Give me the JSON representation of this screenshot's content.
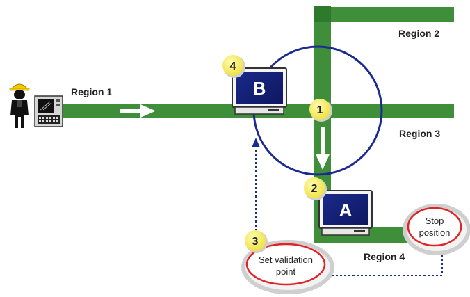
{
  "regions": {
    "r1": "Region 1",
    "r2": "Region 2",
    "r3": "Region 3",
    "r4": "Region 4"
  },
  "terminals": {
    "a": "A",
    "b": "B"
  },
  "steps": [
    "1",
    "2",
    "3",
    "4"
  ],
  "callouts": {
    "stop_line1": "Stop",
    "stop_line2": "position",
    "validation_line1": "Set validation",
    "validation_line2": "point"
  },
  "colors": {
    "road": "#3f8f3a",
    "road_dark": "#2e7a2c",
    "circle": "#1b2b8f",
    "badge": "#f3ea4f",
    "callout_ring": "#e0242a",
    "dotted": "#1b2b8f"
  },
  "icons": [
    "operator-icon",
    "terminal-panel-icon",
    "computer-icon",
    "arrow-icon"
  ]
}
